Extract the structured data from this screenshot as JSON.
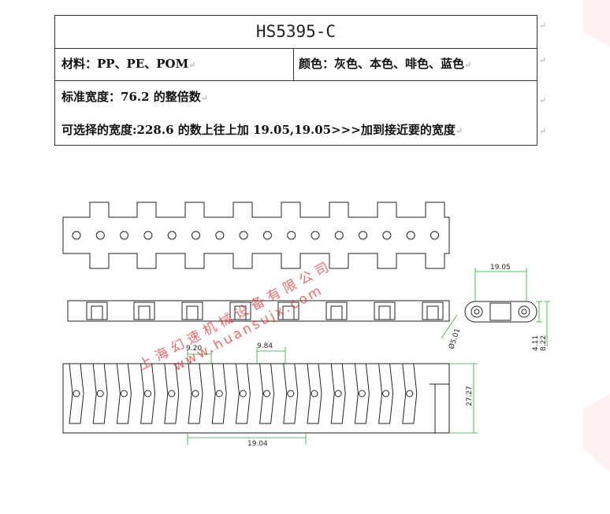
{
  "table": {
    "title": "HS5395-C",
    "material": "材料：PP、PE、POM",
    "color": "颜色：灰色、本色、啡色、蓝色",
    "standard_width": "标准宽度：76.2 的整倍数",
    "optional_width": "可选择的宽度:228.6 的数上往上加 19.05,19.05>>>加到接近要的宽度"
  },
  "drawing": {
    "dims": {
      "pitch_top": "19.05",
      "hole_dia": "Ø5.01",
      "height_1": "4.11",
      "height_2": "8.22",
      "tooth_1": "9.20",
      "tooth_2": "9.84",
      "module_width": "27.27",
      "pitch_bottom": "19.04"
    }
  },
  "watermark": {
    "line1": "上海幻速机械设备有限公司",
    "line2": "www.huansujx.com"
  },
  "colors": {
    "line": "#222222",
    "dim_green": "#22aa33",
    "watermark": "#e23a3a"
  }
}
